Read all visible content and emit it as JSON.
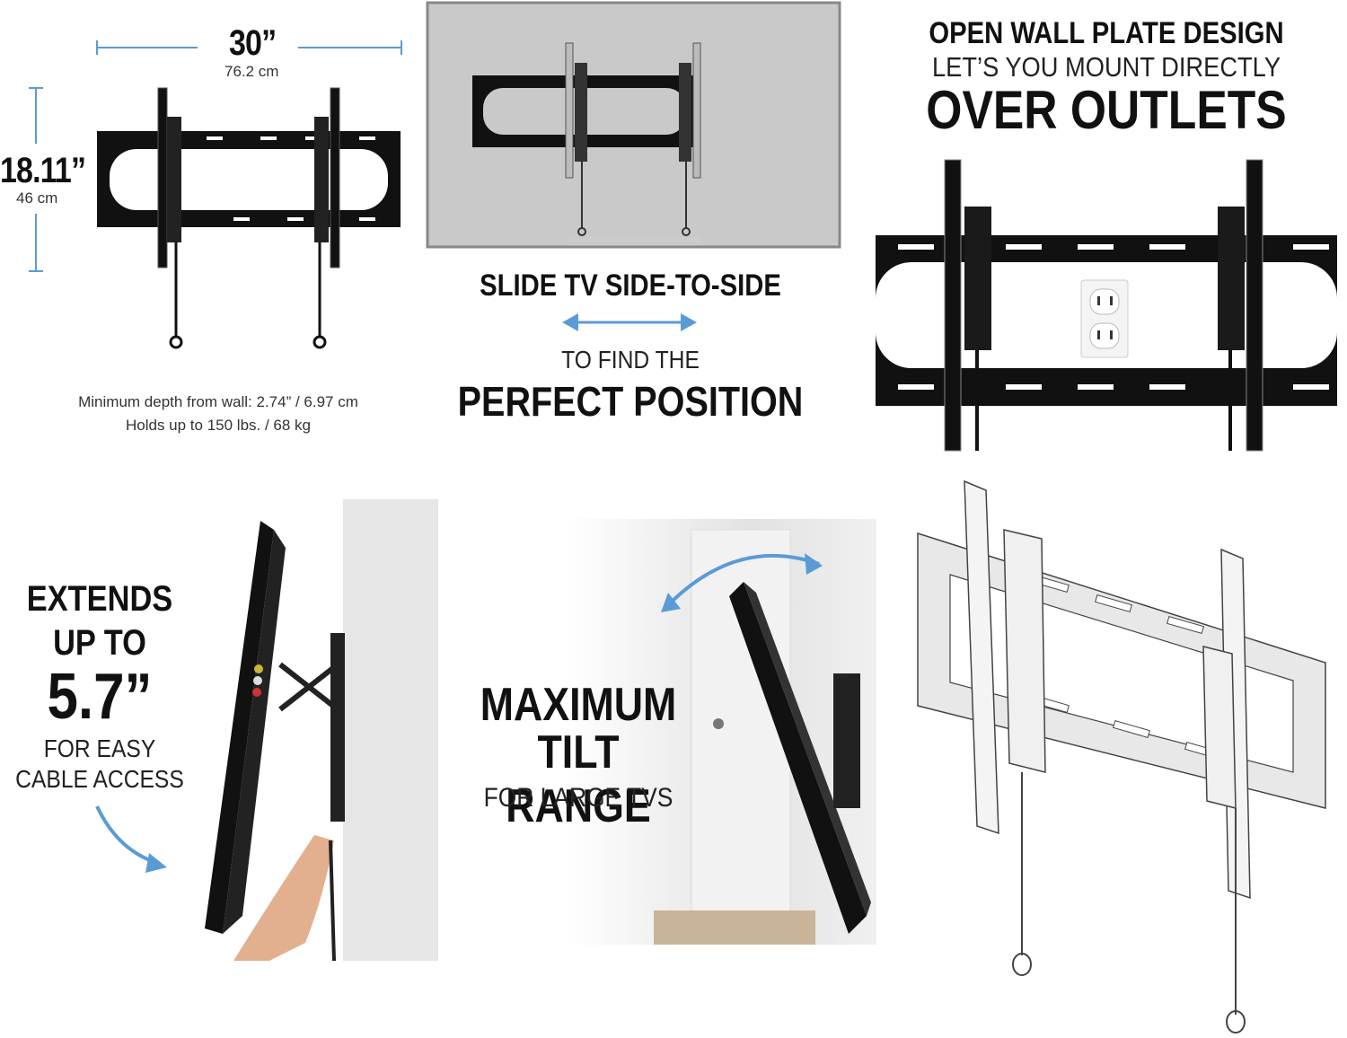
{
  "panel_dimensions": {
    "width_in": "30”",
    "width_cm": "76.2 cm",
    "height_in": "18.11”",
    "height_cm": "46 cm",
    "depth_note": "Minimum depth from wall: 2.74” / 6.97 cm",
    "weight_note": "Holds up to 150 lbs. / 68 kg"
  },
  "panel_slide": {
    "heading": "SLIDE TV SIDE-TO-SIDE",
    "sub": "TO FIND THE",
    "emphasis": "PERFECT POSITION"
  },
  "panel_outlets": {
    "line1": "OPEN WALL PLATE DESIGN",
    "line2": "LET’S YOU MOUNT DIRECTLY",
    "line3": "OVER OUTLETS"
  },
  "panel_extend": {
    "line1": "EXTENDS",
    "line2": "UP TO",
    "value": "5.7”",
    "line3": "FOR EASY",
    "line4": "CABLE ACCESS"
  },
  "panel_tilt": {
    "line1": "MAXIMUM",
    "line2": "TILT RANGE",
    "line3": "FOR LARGE TVS"
  },
  "colors": {
    "accent_arrow": "#5b9bd5",
    "mount_black": "#111111",
    "tv_gray": "#c8c8c8"
  }
}
